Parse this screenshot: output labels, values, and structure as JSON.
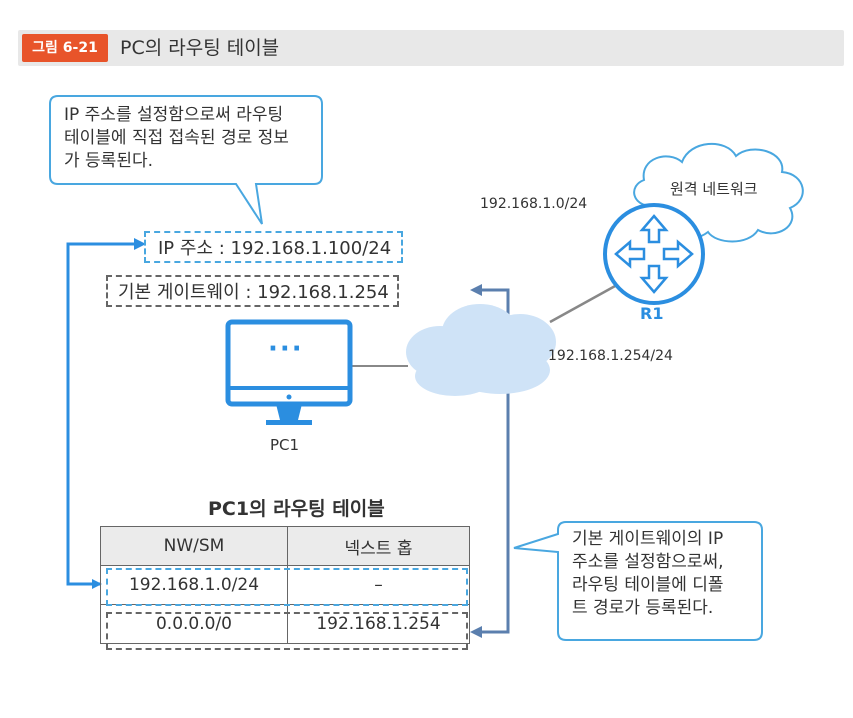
{
  "figure": {
    "badge": "그림 6-21",
    "title": "PC의 라우팅 테이블"
  },
  "callout_top": {
    "lines": [
      "IP 주소를 설정함으로써 라우팅",
      "테이블에 직접 접속된 경로 정보",
      "가 등록된다."
    ]
  },
  "callout_bottom": {
    "lines": [
      "기본 게이트웨이의 IP",
      "주소를 설정함으로써,",
      "라우팅 테이블에 디폴",
      "트 경로가 등록된다."
    ]
  },
  "pc": {
    "ip_label": "IP 주소 : 192.168.1.100/24",
    "gateway_label": "기본 게이트웨이 : 192.168.1.254",
    "name": "PC1",
    "screen_dots": "···"
  },
  "network": {
    "lan": "192.168.1.0/24",
    "router_ip": "192.168.1.254/24",
    "router_name": "R1",
    "remote": "원격 네트워크"
  },
  "routing_table": {
    "title": "PC1의 라우팅 테이블",
    "headers": [
      "NW/SM",
      "넥스트 홉"
    ],
    "rows": [
      {
        "nw": "192.168.1.0/24",
        "hop": "–"
      },
      {
        "nw": "0.0.0.0/0",
        "hop": "192.168.1.254"
      }
    ]
  },
  "colors": {
    "accent_blue": "#2b8ee0",
    "light_blue": "#49a7e0",
    "arrow_steel": "#5b7fae",
    "badge": "#e8542a"
  }
}
